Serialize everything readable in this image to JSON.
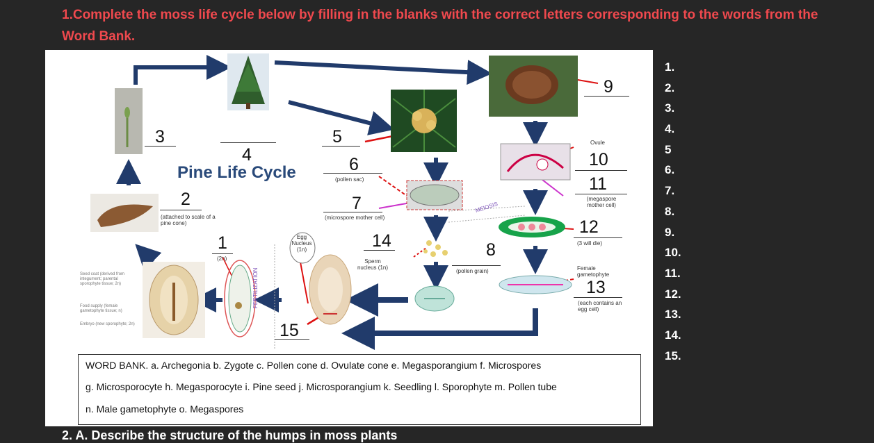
{
  "question": {
    "title": "1.Complete the moss life cycle below by filling in the blanks with the correct letters corresponding to the words from the Word Bank."
  },
  "diagram": {
    "center_title": "Pine Life Cycle",
    "blank_numbers": [
      "1",
      "2",
      "3",
      "4",
      "5",
      "6",
      "7",
      "8",
      "9",
      "10",
      "11",
      "12",
      "13",
      "14",
      "15"
    ],
    "labels": {
      "pollen_sac": "(pollen sac)",
      "microspore_mother_cell": "(microspore mother cell)",
      "ovule": "Ovule",
      "megaspore_mother_cell": "(megaspore mother cell)",
      "three_will_die": "(3 will die)",
      "female_gametophyte": "Female gametophyte",
      "each_contains_egg": "(each contains an egg cell)",
      "attached_to_scale": "(attached to scale of a pine cone)",
      "two_n": "(2n)",
      "egg_nucleus": "Egg Nucleus (1n)",
      "sperm_nucleus": "Sperm nucleus (1n)",
      "pollen_grain": "(pollen grain)",
      "meiosis": "MEIOSIS",
      "fertilization": "FERTILIZATION",
      "seed_coat": "Seed coat (derived from integument; parental sporophyte tissue; 2n)",
      "food_supply": "Food supply (female gametophyte tissue; n)",
      "embryo": "Embryo (new sporophyte; 2n)"
    }
  },
  "word_bank": {
    "line1": "WORD BANK.  a. Archegonia   b. Zygote   c. Pollen cone   d. Ovulate cone   e. Megasporangium   f. Microspores",
    "line2": "g. Microsporocyte   h. Megasporocyte   i. Pine seed   j. Microsporangium   k. Seedling   l. Sporophyte   m. Pollen tube",
    "line3": "n. Male gametophyte   o. Megaspores"
  },
  "answers": [
    "1.",
    "2.",
    "3.",
    "4.",
    "5",
    "6.",
    "7.",
    "8.",
    "9.",
    "10.",
    "11.",
    "12.",
    "13.",
    "14.",
    "15."
  ],
  "next_question_partial": "2. A. Describe the structure of the humps in moss plants"
}
